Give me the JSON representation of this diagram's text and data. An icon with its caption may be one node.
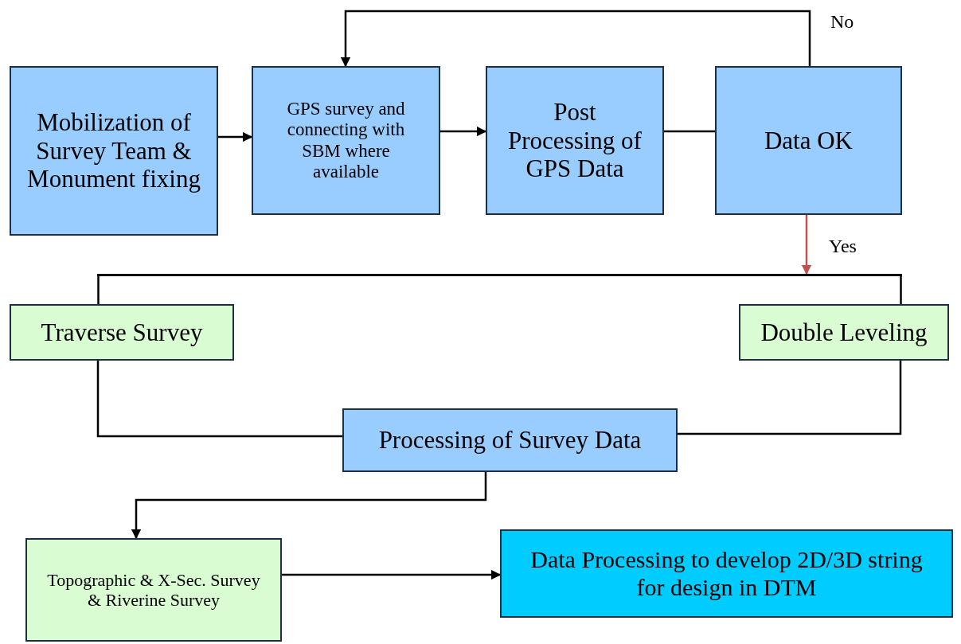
{
  "diagram": {
    "nodes": [
      {
        "text": [
          "Mobilization of Survey Team & Monument fixing"
        ]
      },
      {
        "text": [
          "GPS survey and connecting with SBM where available"
        ]
      },
      {
        "text": [
          "Post Processing of GPS Data"
        ]
      },
      {
        "text": [
          "Data OK"
        ]
      },
      {
        "text": [
          "Traverse Survey"
        ]
      },
      {
        "text": [
          "Double Leveling"
        ]
      },
      {
        "text": [
          "Processing of Survey Data"
        ]
      },
      {
        "text": [
          "Topographic & X-Sec. Survey & Riverine Survey"
        ]
      },
      {
        "text": [
          "Data Processing to develop 2D/3D string for design in DTM"
        ]
      },
      {
        "text": [],
        "shape": "bar"
      }
    ],
    "edges": [
      {
        "from": 0,
        "to": 1,
        "arrow": "to"
      },
      {
        "from": 1,
        "to": 2,
        "arrow": "to"
      },
      {
        "from": 2,
        "to": 3,
        "arrow": "none"
      },
      {
        "from": 3,
        "to": 1,
        "arrow": "to",
        "label": "No"
      },
      {
        "from": 3,
        "to": 9,
        "arrow": "to",
        "label": "Yes",
        "color": "#c0504d"
      },
      {
        "from": 9,
        "to": 4,
        "arrow": "none"
      },
      {
        "from": 9,
        "to": 5,
        "arrow": "none"
      },
      {
        "from": 4,
        "to": 6,
        "arrow": "none"
      },
      {
        "from": 5,
        "to": 6,
        "arrow": "none"
      },
      {
        "from": 6,
        "to": 7,
        "arrow": "to"
      },
      {
        "from": 7,
        "to": 8,
        "arrow": "to"
      }
    ]
  }
}
